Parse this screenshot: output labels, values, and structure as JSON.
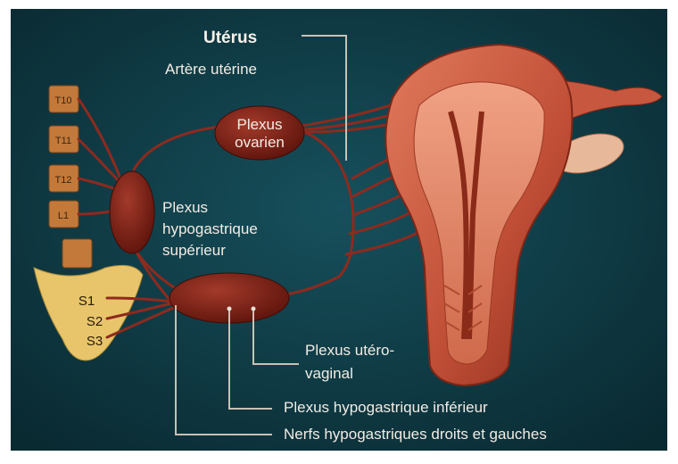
{
  "labels": {
    "uterus": "Utérus",
    "uterine_artery": "Artère utérine",
    "plexus_ovarien_line1": "Plexus",
    "plexus_ovarien_line2": "ovarien",
    "plexus_sup_line1": "Plexus",
    "plexus_sup_line2": "hypogastrique",
    "plexus_sup_line3": "supérieur",
    "plexus_utero_line1": "Plexus utéro-",
    "plexus_utero_line2": "vaginal",
    "plexus_inf": "Plexus hypogastrique inférieur",
    "nerfs": "Nerfs hypogastriques droits et gauches"
  },
  "vertebrae": [
    "T10",
    "T11",
    "T12",
    "L1"
  ],
  "sacral": [
    "S1",
    "S2",
    "S3"
  ],
  "colors": {
    "background": "#0f3a44",
    "nerve": "#8e2a1e",
    "plexus": "#7a1e14",
    "uterus": "#c8573f",
    "vertebra": "#c2793a",
    "sacrum": "#e8c56a",
    "leader": "#c9c0b4"
  }
}
